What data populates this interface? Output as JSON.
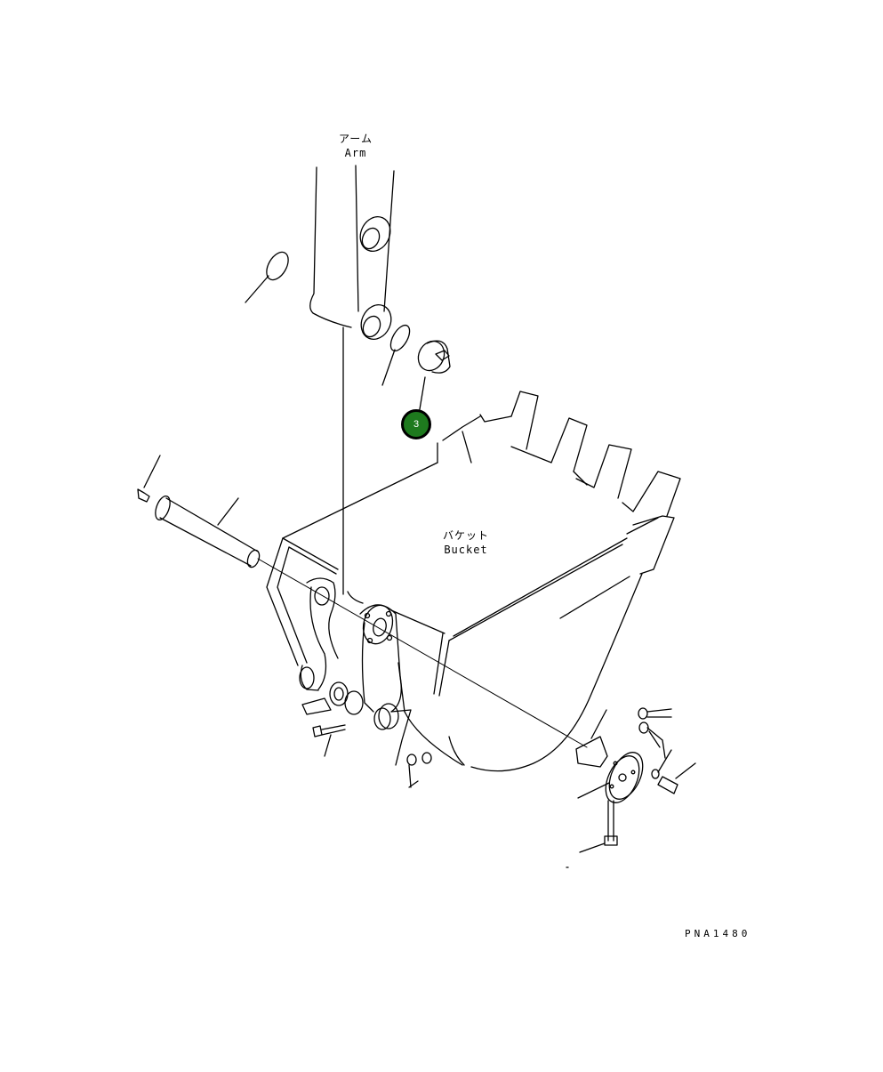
{
  "labels": {
    "arm_jp": "アーム",
    "arm_en": "Arm",
    "bucket_jp": "バケット",
    "bucket_en": "Bucket",
    "drawing_code": "PNA1480"
  },
  "callout": {
    "number": "3",
    "color": "#1e7a1e"
  },
  "colors": {
    "line": "#000000",
    "background": "#ffffff"
  }
}
